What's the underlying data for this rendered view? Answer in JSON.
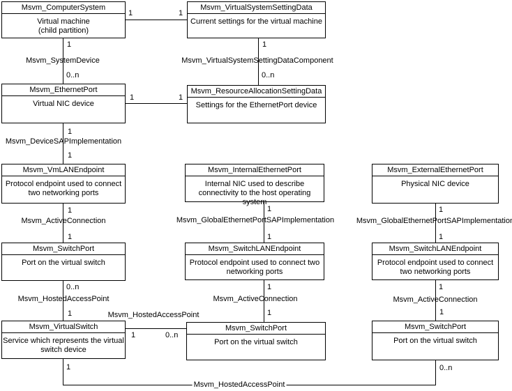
{
  "mult": {
    "one": "1",
    "zero_n": "0..n"
  },
  "associations": {
    "system_device": "Msvm_SystemDevice",
    "vssd_component": "Msvm_VirtualSystemSettingDataComponent",
    "device_sap": "Msvm_DeviceSAPImplementation",
    "active_connection": "Msvm_ActiveConnection",
    "global_sap": "Msvm_GlobalEthernetPortSAPImplementation",
    "hosted_access_point": "Msvm_HostedAccessPoint"
  },
  "nodes": {
    "computer_system": {
      "title": "Msvm_ComputerSystem",
      "desc": "Virtual machine\n(child partition)"
    },
    "virtual_system_setting_data": {
      "title": "Msvm_VirtualSystemSettingData",
      "desc": "Current settings for the virtual machine"
    },
    "ethernet_port": {
      "title": "Msvm_EthernetPort",
      "desc": "Virtual NIC device"
    },
    "resource_allocation_setting_data": {
      "title": "Msvm_ResourceAllocationSettingData",
      "desc": "Settings for the EthernetPort device"
    },
    "vm_lan_endpoint": {
      "title": "Msvm_VmLANEndpoint",
      "desc": "Protocol endpoint used to connect\ntwo networking ports"
    },
    "internal_ethernet_port": {
      "title": "Msvm_InternalEthernetPort",
      "desc": "Internal NIC used to describe\nconnectivity to the host operating system"
    },
    "external_ethernet_port": {
      "title": "Msvm_ExternalEthernetPort",
      "desc": "Physical NIC device"
    },
    "switch_port_left": {
      "title": "Msvm_SwitchPort",
      "desc": "Port on the virtual switch"
    },
    "switch_lan_endpoint_mid": {
      "title": "Msvm_SwitchLANEndpoint",
      "desc": "Protocol endpoint used to connect two\nnetworking ports"
    },
    "switch_lan_endpoint_right": {
      "title": "Msvm_SwitchLANEndpoint",
      "desc": "Protocol endpoint used to connect\ntwo networking ports"
    },
    "virtual_switch": {
      "title": "Msvm_VirtualSwitch",
      "desc": "Service which represents the virtual\nswitch device"
    },
    "switch_port_mid": {
      "title": "Msvm_SwitchPort",
      "desc": "Port on the virtual switch"
    },
    "switch_port_right": {
      "title": "Msvm_SwitchPort",
      "desc": "Port on the virtual switch"
    }
  }
}
